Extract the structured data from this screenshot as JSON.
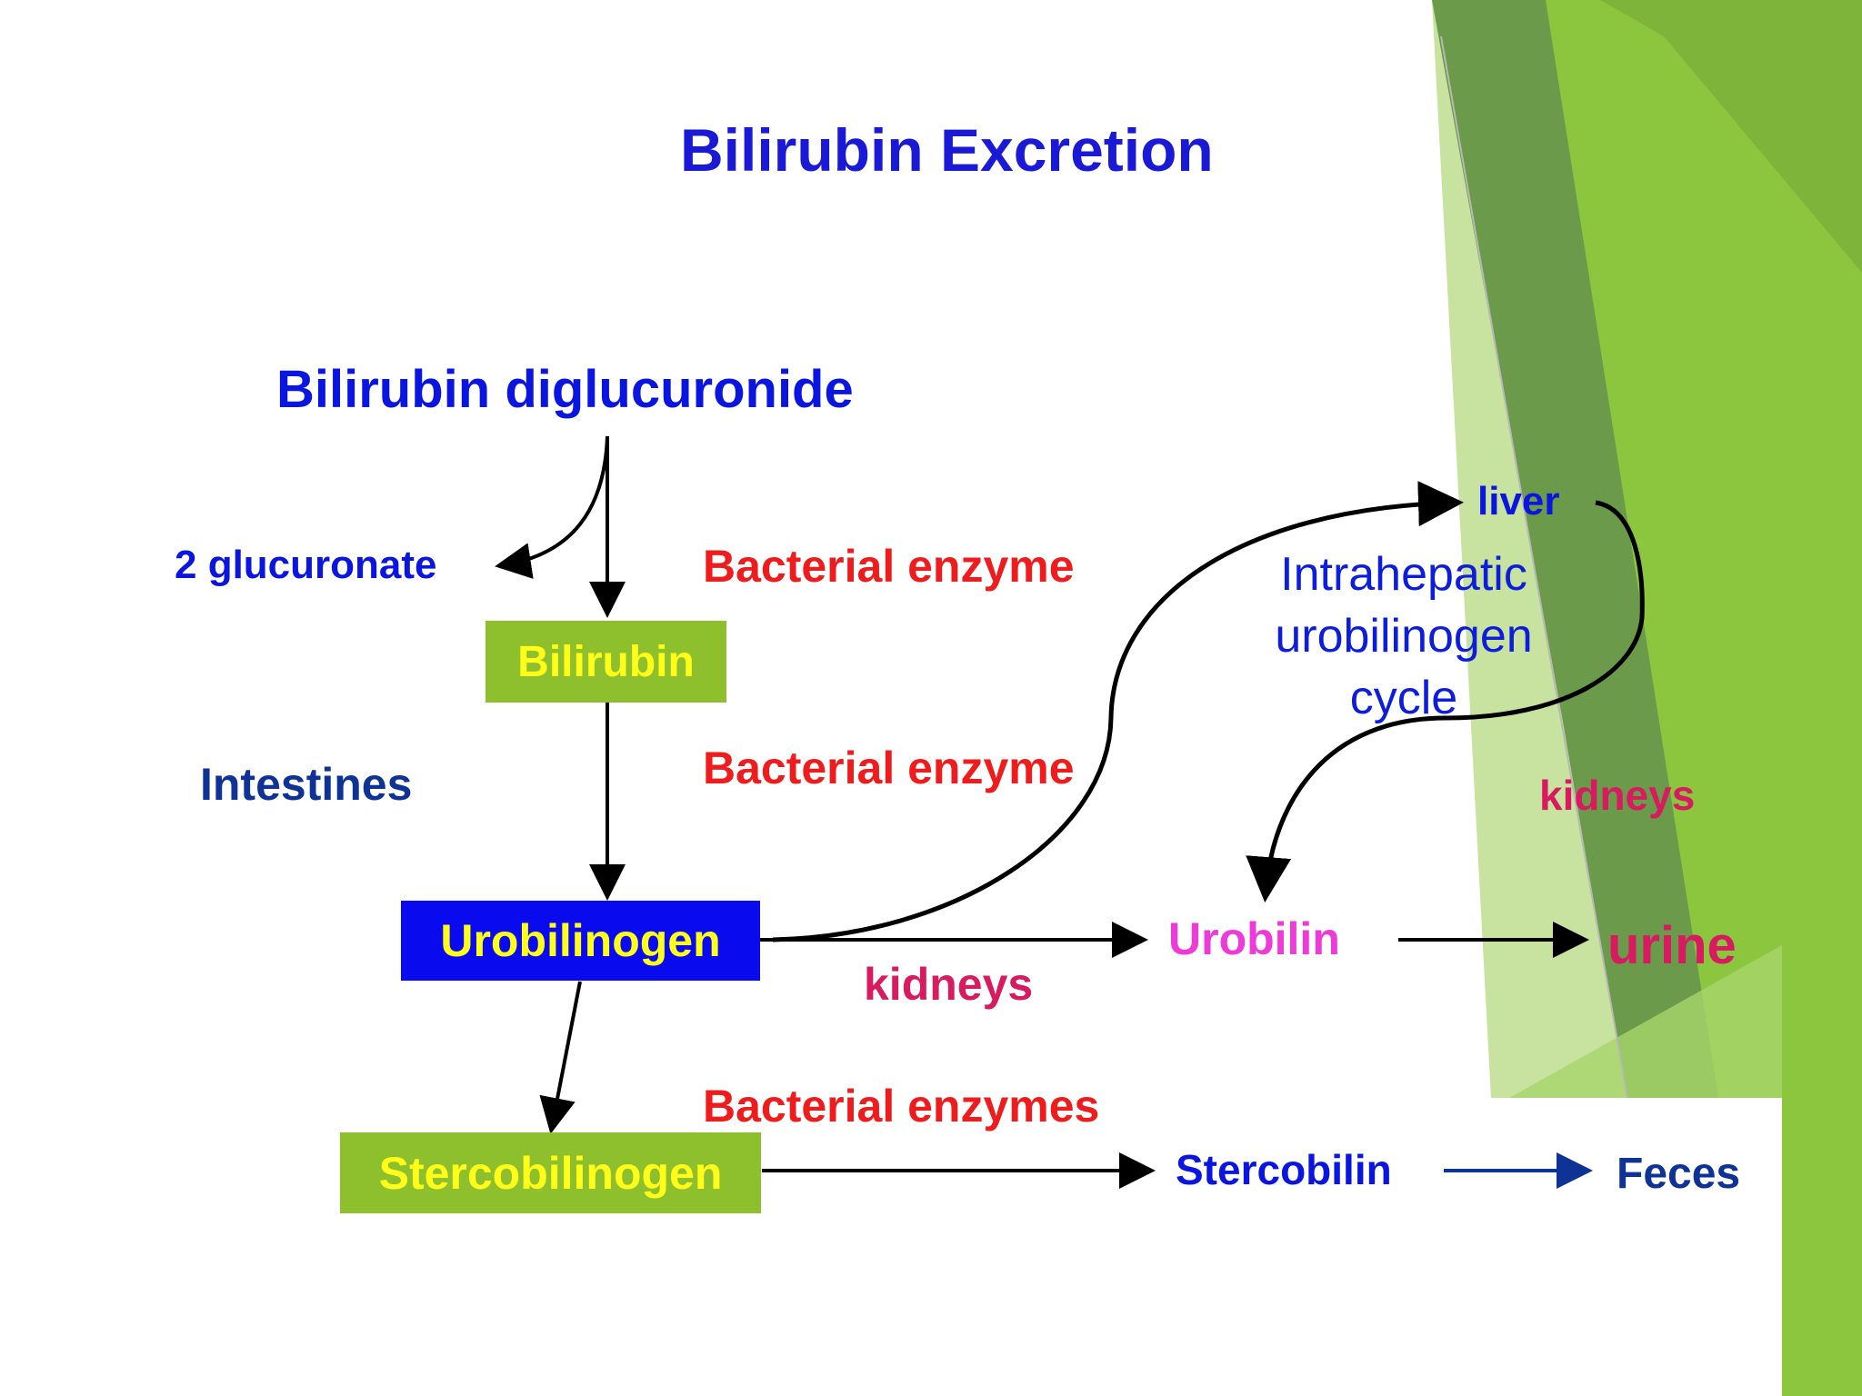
{
  "title": "Bilirubin Excretion",
  "labels": {
    "diglucuronide": "Bilirubin diglucuronide",
    "glucuronate": "2 glucuronate",
    "bacterial_enzyme_1": "Bacterial enzyme",
    "bacterial_enzyme_2": "Bacterial enzyme",
    "bacterial_enzymes": "Bacterial enzymes",
    "intestines": "Intestines",
    "liver": "liver",
    "cycle_line1": "Intrahepatic",
    "cycle_line2": "urobilinogen",
    "cycle_line3": "cycle",
    "kidneys_upper": "kidneys",
    "kidneys_lower": "kidneys",
    "urobilin": "Urobilin",
    "urine": "urine",
    "stercobilin": "Stercobilin",
    "feces": "Feces"
  },
  "boxes": {
    "bilirubin": "Bilirubin",
    "urobilinogen": "Urobilinogen",
    "stercobilinogen": "Stercobilinogen"
  },
  "colors": {
    "box_green": "#8dc02c",
    "box_blue": "#0a0aee",
    "box_text": "#ffff1a",
    "arrow": "#000000",
    "arrow_blue": "#0e3296",
    "bg_green_dark": "#6a9a4a",
    "bg_green_light": "#8cc63f"
  }
}
